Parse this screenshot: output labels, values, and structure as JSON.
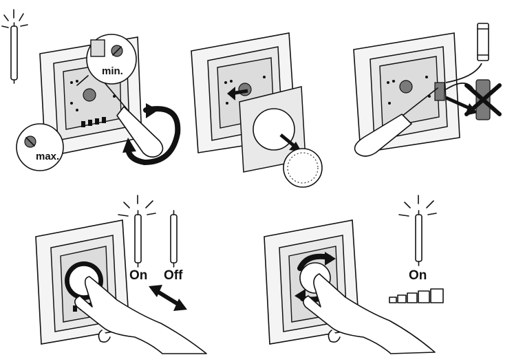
{
  "labels": {
    "min": "min.",
    "max": "max.",
    "on_1": "On",
    "off": "Off",
    "on_2": "On"
  },
  "icons": [
    "fluorescent-tube-icon",
    "screwdriver-icon",
    "rotate-arrow-icon",
    "knob-cap-icon",
    "fuse-icon",
    "prohibited-icon",
    "hand-press-icon",
    "double-arrow-icon",
    "brightness-steps-icon"
  ]
}
